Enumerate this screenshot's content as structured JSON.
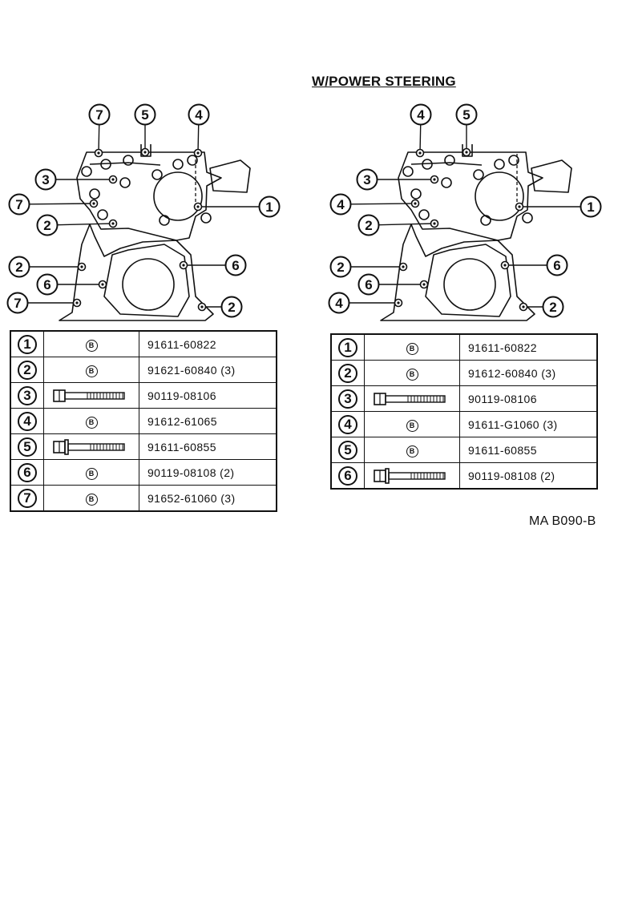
{
  "header": {
    "title": "W/POWER STEERING"
  },
  "left_diagram": {
    "callouts": [
      {
        "num": "7",
        "pos": "top-left-a"
      },
      {
        "num": "5",
        "pos": "top-mid"
      },
      {
        "num": "4",
        "pos": "top-right"
      },
      {
        "num": "3",
        "pos": "left-upper"
      },
      {
        "num": "7",
        "pos": "left-mid"
      },
      {
        "num": "1",
        "pos": "right-upper"
      },
      {
        "num": "2",
        "pos": "left-lower"
      },
      {
        "num": "2",
        "pos": "left-bottom-a"
      },
      {
        "num": "6",
        "pos": "right-lower"
      },
      {
        "num": "6",
        "pos": "left-bottom-b"
      },
      {
        "num": "7",
        "pos": "left-bottom-c"
      },
      {
        "num": "2",
        "pos": "right-bottom"
      }
    ]
  },
  "right_diagram": {
    "callouts": [
      {
        "num": "4",
        "pos": "top-left-a"
      },
      {
        "num": "5",
        "pos": "top-mid"
      },
      {
        "num": "3",
        "pos": "left-upper"
      },
      {
        "num": "4",
        "pos": "left-mid"
      },
      {
        "num": "1",
        "pos": "right-upper"
      },
      {
        "num": "2",
        "pos": "left-lower"
      },
      {
        "num": "2",
        "pos": "left-bottom-a"
      },
      {
        "num": "6",
        "pos": "right-lower"
      },
      {
        "num": "6",
        "pos": "left-bottom-b"
      },
      {
        "num": "4",
        "pos": "left-bottom-c"
      },
      {
        "num": "2",
        "pos": "right-bottom"
      }
    ]
  },
  "left_table": {
    "rows": [
      {
        "num": "1",
        "icon": "bolt-b-icon",
        "icon_label": "B",
        "part": "91611-60822"
      },
      {
        "num": "2",
        "icon": "bolt-b-icon",
        "icon_label": "B",
        "part": "91621-60840 (3)"
      },
      {
        "num": "3",
        "icon": "bolt-long-icon",
        "icon_label": "",
        "part": "90119-08106"
      },
      {
        "num": "4",
        "icon": "bolt-b-icon",
        "icon_label": "B",
        "part": "91612-61065"
      },
      {
        "num": "5",
        "icon": "bolt-flange-icon",
        "icon_label": "",
        "part": "91611-60855"
      },
      {
        "num": "6",
        "icon": "bolt-b-icon",
        "icon_label": "B",
        "part": "90119-08108 (2)"
      },
      {
        "num": "7",
        "icon": "bolt-b-icon",
        "icon_label": "B",
        "part": "91652-61060 (3)"
      }
    ]
  },
  "right_table": {
    "rows": [
      {
        "num": "1",
        "icon": "bolt-b-icon",
        "icon_label": "B",
        "part": "91611-60822"
      },
      {
        "num": "2",
        "icon": "bolt-b-icon",
        "icon_label": "B",
        "part": "91612-60840 (3)"
      },
      {
        "num": "3",
        "icon": "bolt-long-icon",
        "icon_label": "",
        "part": "90119-08106"
      },
      {
        "num": "4",
        "icon": "bolt-b-icon",
        "icon_label": "B",
        "part": "91611-G1060 (3)"
      },
      {
        "num": "5",
        "icon": "bolt-b-icon",
        "icon_label": "B",
        "part": "91611-60855"
      },
      {
        "num": "6",
        "icon": "bolt-flange-icon",
        "icon_label": "",
        "part": "90119-08108 (2)"
      }
    ]
  },
  "figure_code": "MA B090-B"
}
